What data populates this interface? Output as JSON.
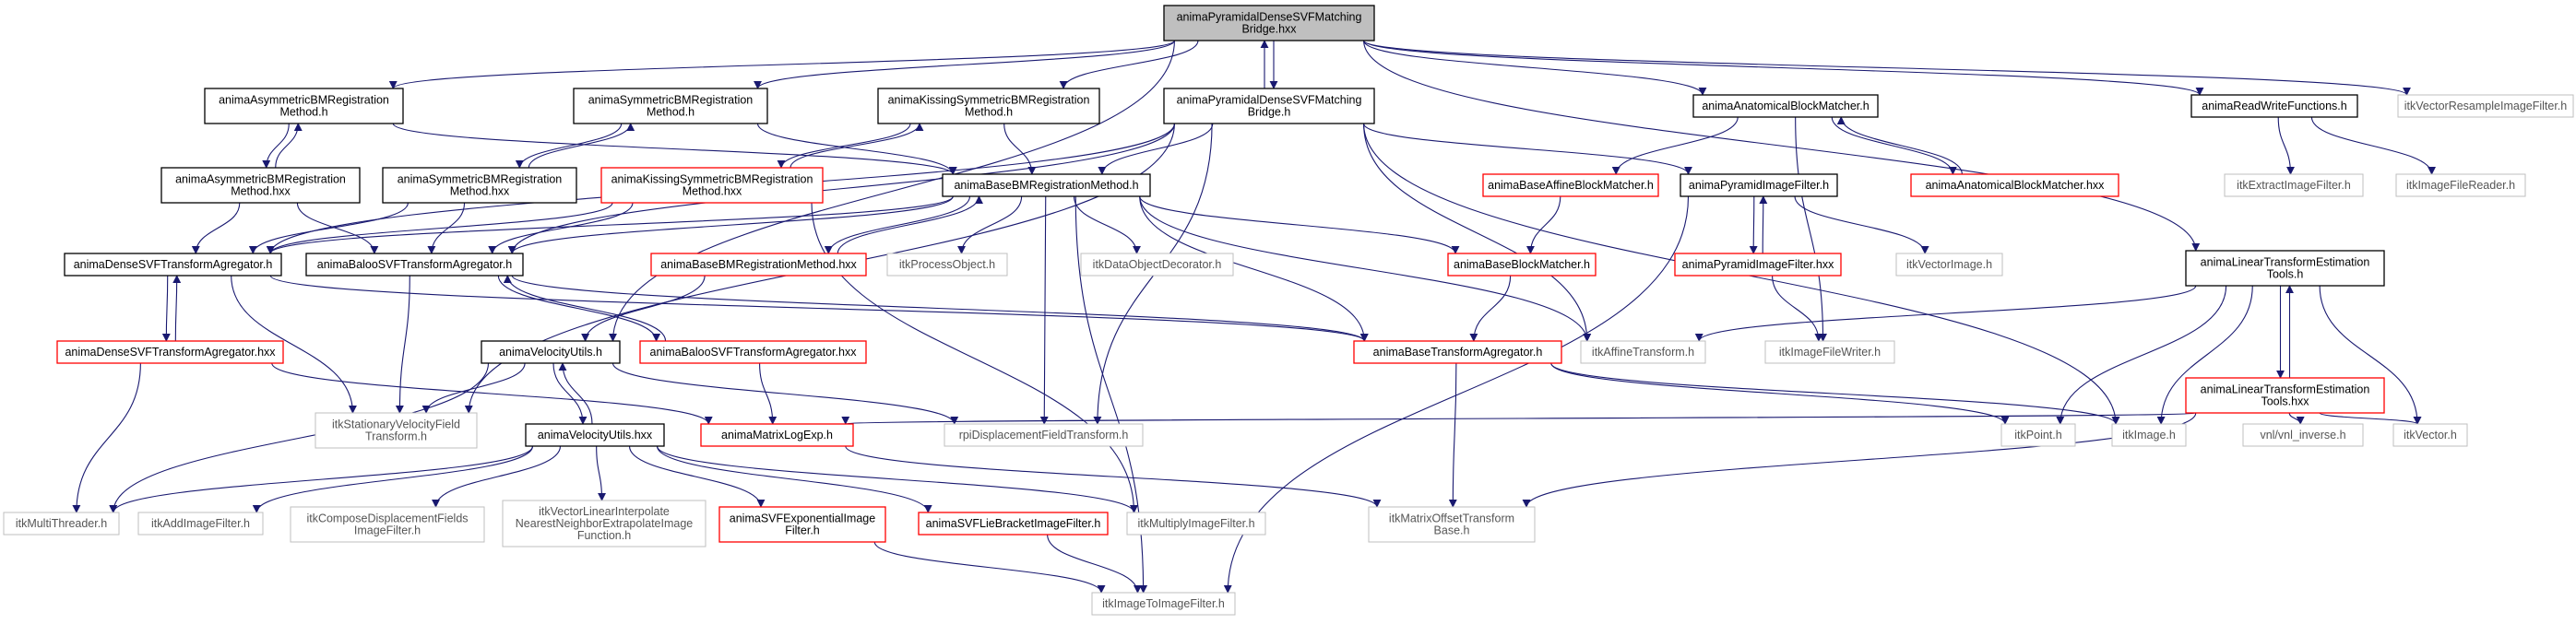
{
  "diagram_title": "",
  "colors": {
    "black": "#000000",
    "red": "#ff0000",
    "gray": "#bfbfbf",
    "root_fill": "#bfbfbf",
    "edge": "#191970"
  },
  "nodes": {
    "root": [
      "animaPyramidalDenseSVFMatching",
      "Bridge.hxx"
    ],
    "asym_h": [
      "animaAsymmetricBMRegistration",
      "Method.h"
    ],
    "sym_h": [
      "animaSymmetricBMRegistration",
      "Method.h"
    ],
    "kiss_h": [
      "animaKissingSymmetricBMRegistration",
      "Method.h"
    ],
    "bridge_h": [
      "animaPyramidalDenseSVFMatching",
      "Bridge.h"
    ],
    "anat_h": [
      "animaAnatomicalBlockMatcher.h"
    ],
    "rw_h": [
      "animaReadWriteFunctions.h"
    ],
    "vecres": [
      "itkVectorResampleImageFilter.h"
    ],
    "asym_hxx": [
      "animaAsymmetricBMRegistration",
      "Method.hxx"
    ],
    "sym_hxx": [
      "animaSymmetricBMRegistration",
      "Method.hxx"
    ],
    "kiss_hxx": [
      "animaKissingSymmetricBMRegistration",
      "Method.hxx"
    ],
    "base_bm_h": [
      "animaBaseBMRegistrationMethod.h"
    ],
    "base_aff_h": [
      "animaBaseAffineBlockMatcher.h"
    ],
    "pyr_h": [
      "animaPyramidImageFilter.h"
    ],
    "anat_hxx": [
      "animaAnatomicalBlockMatcher.hxx"
    ],
    "extract": [
      "itkExtractImageFilter.h"
    ],
    "filereader": [
      "itkImageFileReader.h"
    ],
    "dense_h": [
      "animaDenseSVFTransformAgregator.h"
    ],
    "baloo_h": [
      "animaBalooSVFTransformAgregator.h"
    ],
    "base_bm_hxx": [
      "animaBaseBMRegistrationMethod.hxx"
    ],
    "procobj": [
      "itkProcessObject.h"
    ],
    "dataobj": [
      "itkDataObjectDecorator.h"
    ],
    "base_blk_h": [
      "animaBaseBlockMatcher.h"
    ],
    "pyr_hxx": [
      "animaPyramidImageFilter.hxx"
    ],
    "vecimg": [
      "itkVectorImage.h"
    ],
    "lte_h": [
      "animaLinearTransformEstimation",
      "Tools.h"
    ],
    "dense_hxx": [
      "animaDenseSVFTransformAgregator.hxx"
    ],
    "vel_h": [
      "animaVelocityUtils.h"
    ],
    "baloo_hxx": [
      "animaBalooSVFTransformAgregator.hxx"
    ],
    "base_ta_h": [
      "animaBaseTransformAgregator.h"
    ],
    "affine": [
      "itkAffineTransform.h"
    ],
    "filewriter": [
      "itkImageFileWriter.h"
    ],
    "lte_hxx": [
      "animaLinearTransformEstimation",
      "Tools.hxx"
    ],
    "stat": [
      "itkStationaryVelocityField",
      "Transform.h"
    ],
    "vel_hxx": [
      "animaVelocityUtils.hxx"
    ],
    "mlog": [
      "animaMatrixLogExp.h"
    ],
    "rpi": [
      "rpiDisplacementFieldTransform.h"
    ],
    "point": [
      "itkPoint.h"
    ],
    "image": [
      "itkImage.h"
    ],
    "vnl": [
      "vnl/vnl_inverse.h"
    ],
    "vector": [
      "itkVector.h"
    ],
    "multithr": [
      "itkMultiThreader.h"
    ],
    "addimg": [
      "itkAddImageFilter.h"
    ],
    "compose": [
      "itkComposeDisplacementFields",
      "ImageFilter.h"
    ],
    "vlinear": [
      "itkVectorLinearInterpolate",
      "NearestNeighborExtrapolateImage",
      "Function.h"
    ],
    "svfexp": [
      "animaSVFExponentialImage",
      "Filter.h"
    ],
    "svflie": [
      "animaSVFLieBracketImageFilter.h"
    ],
    "multiply": [
      "itkMultiplyImageFilter.h"
    ],
    "matoffset": [
      "itkMatrixOffsetTransform",
      "Base.h"
    ],
    "img2img": [
      "itkImageToImageFilter.h"
    ]
  }
}
